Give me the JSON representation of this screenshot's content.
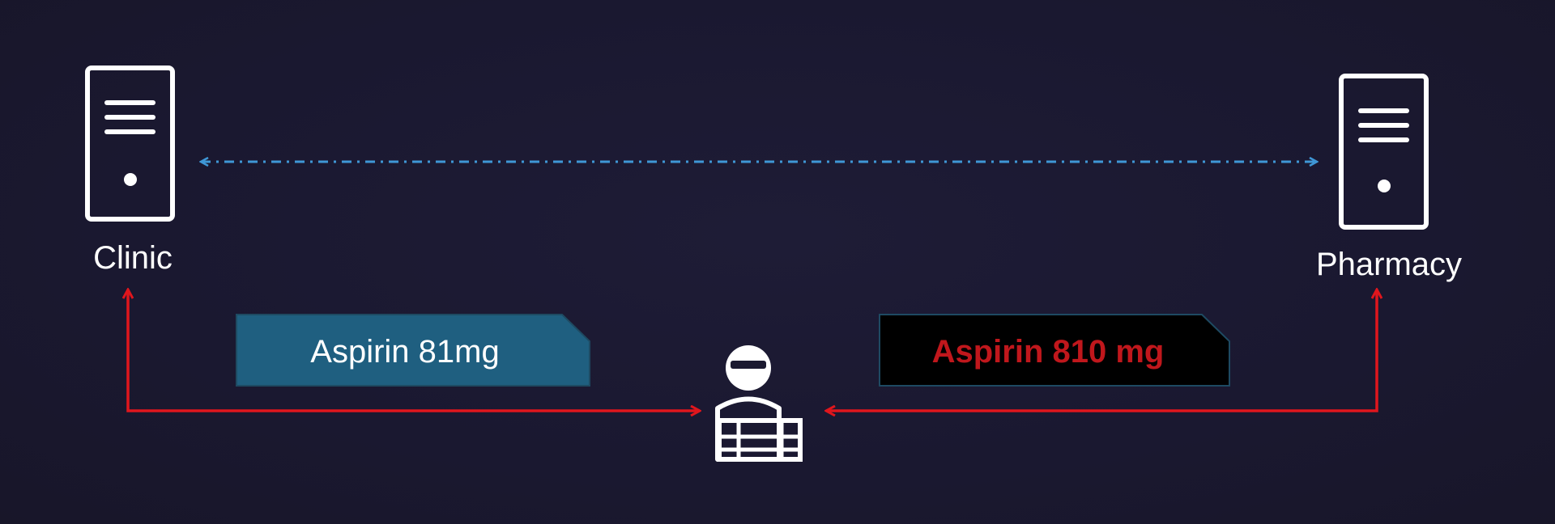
{
  "nodes": {
    "clinic": {
      "label": "Clinic",
      "icon": "server-icon"
    },
    "pharmacy": {
      "label": "Pharmacy",
      "icon": "server-icon"
    },
    "attacker": {
      "icon": "hacker-icon"
    }
  },
  "messages": {
    "original": {
      "text": "Aspirin 81mg",
      "fill": "#1f5f80",
      "text_color": "#ffffff"
    },
    "tampered": {
      "text": "Aspirin 810 mg",
      "fill": "#000000",
      "text_color": "#c0171c",
      "bold": true
    }
  },
  "colors": {
    "background": "#1b1930",
    "icon": "#ffffff",
    "direct_link": "#3f97d6",
    "intercept_link": "#e0161d",
    "tag_border": "#1e4a62"
  }
}
